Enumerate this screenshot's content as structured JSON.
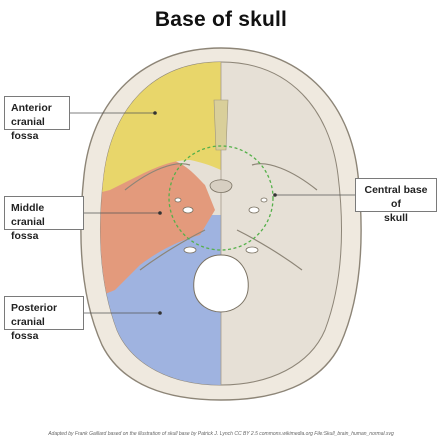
{
  "title": "Base of skull",
  "labels": {
    "anterior": [
      "Anterior cranial",
      "fossa"
    ],
    "middle": [
      "Middle cranial",
      "fossa"
    ],
    "posterior": [
      "Posterior cranial",
      "fossa"
    ],
    "central": [
      "Central base of",
      "skull"
    ]
  },
  "colors": {
    "anterior_fossa": "#e8d66a",
    "middle_fossa": "#e39a7c",
    "posterior_fossa": "#9fb3e0",
    "bone": "#e6e0d6",
    "central_outline": "#55b04a"
  },
  "credit": "Adapted by Frank Gaillard based on the illustration of skull base by Patrick J. Lynch CC BY 2.5 commons.wikimedia.org File:Skull_brain_human_normal.svg"
}
